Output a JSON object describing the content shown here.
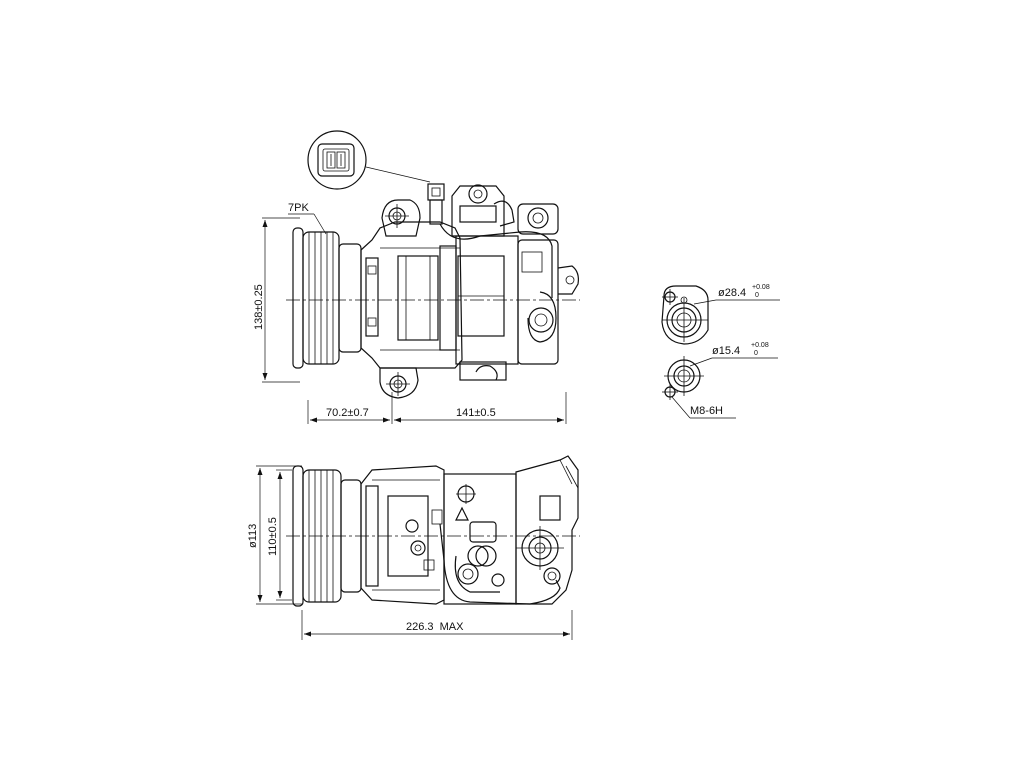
{
  "drawing": {
    "labels": {
      "belt": "7PK",
      "height": "138±0.25",
      "pulley_offset": "70.2±0.7",
      "body_length": "141±0.5",
      "overall_length": "226.3  MAX",
      "body_diameter": "ø113",
      "pulley_diameter": "110±0.5",
      "port_large_dia": "ø28.4",
      "port_large_tol_upper": "+0.08",
      "port_large_tol_lower": "0",
      "port_small_dia": "ø15.4",
      "port_small_tol_upper": "+0.08",
      "port_small_tol_lower": "0",
      "thread": "M8-6H"
    },
    "colors": {
      "line": "#111111",
      "background": "#ffffff"
    }
  }
}
